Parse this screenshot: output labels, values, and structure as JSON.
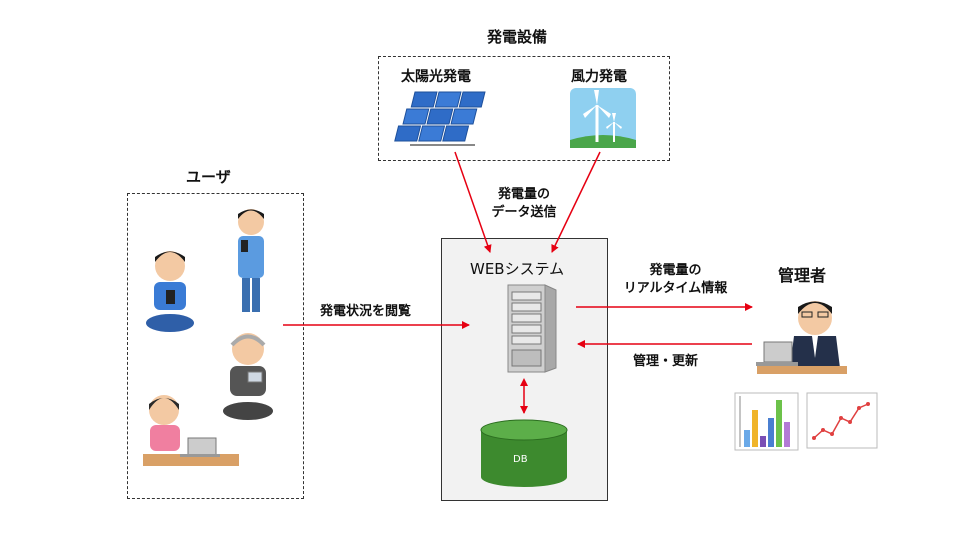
{
  "power": {
    "title": "発電設備",
    "solar_label": "太陽光発電",
    "wind_label": "風力発電"
  },
  "users": {
    "title": "ユーザ"
  },
  "flow": {
    "data_send_line1": "発電量の",
    "data_send_line2": "データ送信",
    "view_status": "発電状況を閲覧",
    "realtime_line1": "発電量の",
    "realtime_line2": "リアルタイム情報",
    "manage_update": "管理・更新"
  },
  "web": {
    "title": "WEBシステム",
    "db_label": "DB"
  },
  "admin": {
    "title": "管理者"
  },
  "colors": {
    "arrow": "#e60012",
    "db": "#3d8a2e",
    "web_bg": "#f2f2f2"
  }
}
